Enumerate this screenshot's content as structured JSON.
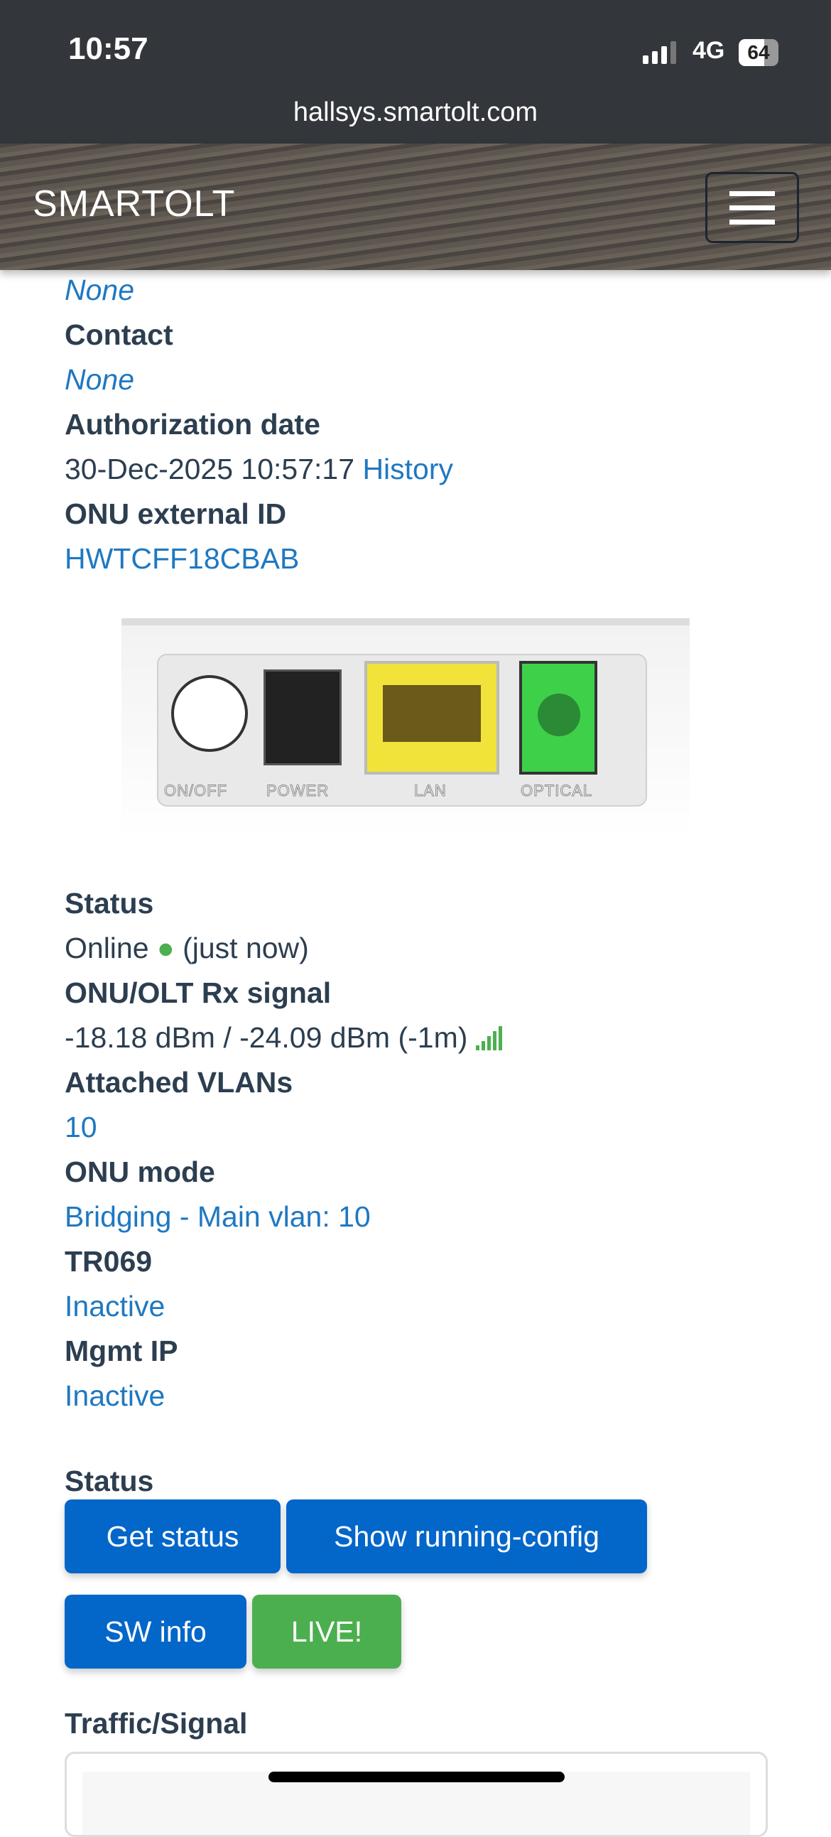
{
  "status_bar": {
    "time": "10:57",
    "network": "4G",
    "battery": "64",
    "url": "hallsys.smartolt.com"
  },
  "nav": {
    "brand": "SMARTOLT"
  },
  "details": [
    {
      "value": "None",
      "style": "it"
    },
    {
      "label": "Contact"
    },
    {
      "value": "None",
      "style": "it"
    },
    {
      "label": "Authorization date"
    },
    {
      "label": "ONU external ID"
    },
    {
      "value": "HWTCFF18CBAB",
      "style": "link"
    }
  ],
  "auth_date": {
    "value": "30-Dec-2025 10:57:17",
    "link": "History"
  },
  "device_image": {
    "ports": [
      "ON/OFF",
      "POWER",
      "LAN",
      "OPTICAL"
    ]
  },
  "status": {
    "label": "Status",
    "value": "Online",
    "since": "(just now)"
  },
  "signal": {
    "label": "ONU/OLT Rx signal",
    "value": "-18.18 dBm / -24.09 dBm (-1m)"
  },
  "vlans": {
    "label": "Attached VLANs",
    "value": "10"
  },
  "mode": {
    "label": "ONU mode",
    "value": "Bridging - Main vlan: 10"
  },
  "tr069": {
    "label": "TR069",
    "value": "Inactive"
  },
  "mgmt": {
    "label": "Mgmt IP",
    "value": "Inactive"
  },
  "actions": {
    "heading": "Status",
    "get_status": "Get status",
    "running_config": "Show running-config",
    "sw_info": "SW info",
    "live": "LIVE!"
  },
  "traffic": {
    "heading": "Traffic/Signal"
  },
  "colors": {
    "primary": "#0366c9",
    "success": "#4caf4f",
    "link": "#1f78c1",
    "text": "#2c3e50"
  }
}
